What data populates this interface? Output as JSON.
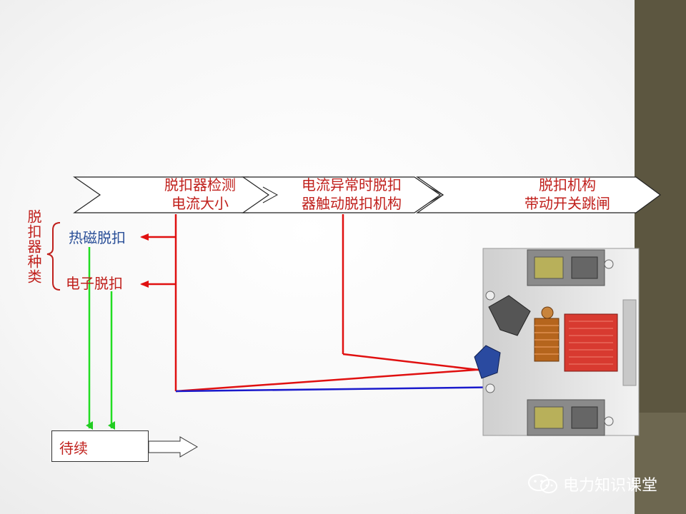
{
  "flow_steps": [
    {
      "line1": "脱扣器检测",
      "line2": "电流大小"
    },
    {
      "line1": "电流异常时脱扣",
      "line2": "器触动脱扣机构"
    },
    {
      "line1": "脱扣机构",
      "line2": "带动开关跳闸"
    }
  ],
  "category_label": "脱扣器种类",
  "trip_types": {
    "thermal_magnetic": "热磁脱扣",
    "electronic": "电子脱扣"
  },
  "pending_label": "待续",
  "watermark": "电力知识课堂",
  "colors": {
    "red_text": "#c0201c",
    "blue_text": "#2a4f98",
    "red_line": "#e01010",
    "blue_line": "#1a1acc",
    "green_line": "#22dd22",
    "sidebar": "#5c5640"
  }
}
